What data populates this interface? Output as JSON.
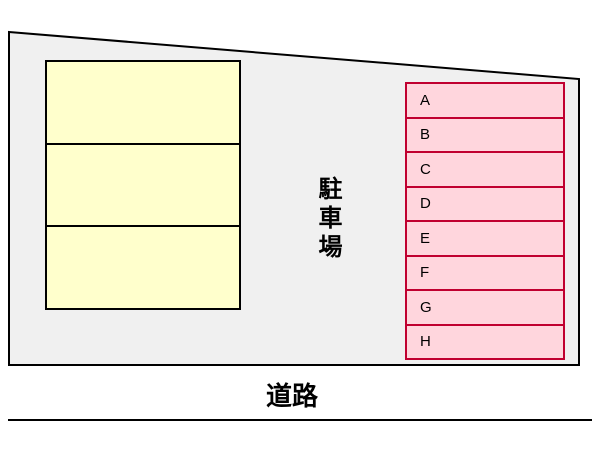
{
  "labels": {
    "area": "駐車場",
    "road": "道路"
  },
  "stalls": [
    {
      "label": "A"
    },
    {
      "label": "B"
    },
    {
      "label": "C"
    },
    {
      "label": "D"
    },
    {
      "label": "E"
    },
    {
      "label": "F"
    },
    {
      "label": "G"
    },
    {
      "label": "H"
    }
  ],
  "colors": {
    "lot_fill": "#f0f0f0",
    "outline": "#000000",
    "building_fill": "#ffffcc",
    "stall_fill": "#ffd6dd",
    "stall_border": "#c00030"
  }
}
